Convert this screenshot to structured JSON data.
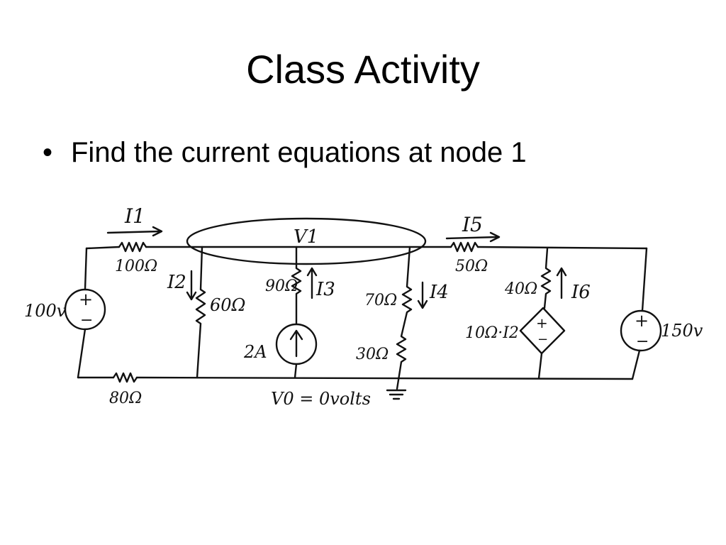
{
  "slide": {
    "title": "Class Activity",
    "bullet": "Find the current equations at node 1",
    "bullet_marker": "•"
  },
  "circuit": {
    "labels": {
      "i1": "I1",
      "i2": "I2",
      "i3": "I3",
      "i4": "I4",
      "i5": "I5",
      "i6": "I6",
      "v1": "V1",
      "r100": "100Ω",
      "r80": "80Ω",
      "r60": "60Ω",
      "r90": "90Ω",
      "r70": "70Ω",
      "r30": "30Ω",
      "r50": "50Ω",
      "r40": "40Ω",
      "src_100v": "100v",
      "src_2a": "2A",
      "src_dep": "10Ω·I2",
      "src_150v": "150v",
      "ground_note": "V0 = 0volts"
    }
  }
}
